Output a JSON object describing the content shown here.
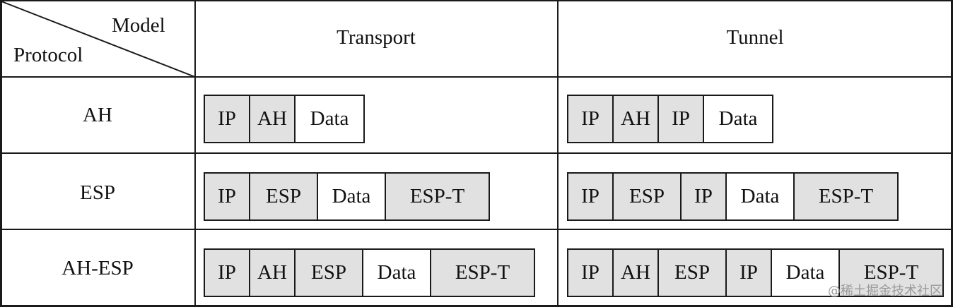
{
  "header": {
    "corner_model": "Model",
    "corner_protocol": "Protocol",
    "col_transport": "Transport",
    "col_tunnel": "Tunnel"
  },
  "rows": [
    {
      "label": "AH",
      "transport": [
        {
          "text": "IP",
          "shaded": true
        },
        {
          "text": "AH",
          "shaded": true
        },
        {
          "text": "Data",
          "shaded": false
        }
      ],
      "tunnel": [
        {
          "text": "IP",
          "shaded": true
        },
        {
          "text": "AH",
          "shaded": true
        },
        {
          "text": "IP",
          "shaded": true
        },
        {
          "text": "Data",
          "shaded": false
        }
      ]
    },
    {
      "label": "ESP",
      "transport": [
        {
          "text": "IP",
          "shaded": true
        },
        {
          "text": "ESP",
          "shaded": true
        },
        {
          "text": "Data",
          "shaded": false
        },
        {
          "text": "ESP-T",
          "shaded": true
        }
      ],
      "tunnel": [
        {
          "text": "IP",
          "shaded": true
        },
        {
          "text": "ESP",
          "shaded": true
        },
        {
          "text": "IP",
          "shaded": true
        },
        {
          "text": "Data",
          "shaded": false
        },
        {
          "text": "ESP-T",
          "shaded": true
        }
      ]
    },
    {
      "label": "AH-ESP",
      "transport": [
        {
          "text": "IP",
          "shaded": true
        },
        {
          "text": "AH",
          "shaded": true
        },
        {
          "text": "ESP",
          "shaded": true
        },
        {
          "text": "Data",
          "shaded": false
        },
        {
          "text": "ESP-T",
          "shaded": true
        }
      ],
      "tunnel": [
        {
          "text": "IP",
          "shaded": true
        },
        {
          "text": "AH",
          "shaded": true
        },
        {
          "text": "ESP",
          "shaded": true
        },
        {
          "text": "IP",
          "shaded": true
        },
        {
          "text": "Data",
          "shaded": false
        },
        {
          "text": "ESP-T",
          "shaded": true
        }
      ]
    }
  ],
  "watermark": "@稀土掘金技术社区",
  "colors": {
    "shaded": "#e1e1e1",
    "line": "#1a1a1a"
  }
}
